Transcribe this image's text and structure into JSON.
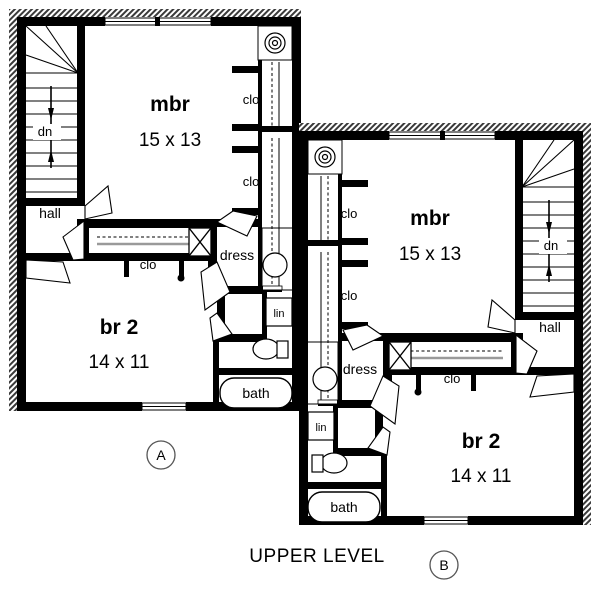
{
  "plan": {
    "title": "UPPER LEVEL",
    "unit_markers": [
      {
        "id": "marker-a",
        "label": "A"
      },
      {
        "id": "marker-b",
        "label": "B"
      }
    ],
    "units": [
      {
        "id": "unit-a",
        "marker": "A",
        "rooms": [
          {
            "key": "mbr",
            "name": "mbr",
            "dims": "15 x 13"
          },
          {
            "key": "br2",
            "name": "br 2",
            "dims": "14 x 11"
          },
          {
            "key": "hall",
            "name": "hall",
            "dims": ""
          },
          {
            "key": "dress",
            "name": "dress",
            "dims": ""
          },
          {
            "key": "bath",
            "name": "bath",
            "dims": ""
          }
        ],
        "closets": [
          {
            "key": "clo-mbr-upper",
            "label": "clo"
          },
          {
            "key": "clo-mbr-lower",
            "label": "clo"
          },
          {
            "key": "clo-hall-small",
            "label": "clo"
          },
          {
            "key": "clo-br2",
            "label": "clo"
          },
          {
            "key": "lin",
            "label": "lin"
          }
        ],
        "stair": {
          "label": "dn",
          "direction": "down"
        }
      },
      {
        "id": "unit-b",
        "marker": "B",
        "rooms": [
          {
            "key": "mbr",
            "name": "mbr",
            "dims": "15 x 13"
          },
          {
            "key": "br2",
            "name": "br 2",
            "dims": "14 x 11"
          },
          {
            "key": "hall",
            "name": "hall",
            "dims": ""
          },
          {
            "key": "dress",
            "name": "dress",
            "dims": ""
          },
          {
            "key": "bath",
            "name": "bath",
            "dims": ""
          }
        ],
        "closets": [
          {
            "key": "clo-mbr-upper",
            "label": "clo"
          },
          {
            "key": "clo-mbr-lower",
            "label": "clo"
          },
          {
            "key": "clo-hall-small",
            "label": "clo"
          },
          {
            "key": "clo-br2",
            "label": "clo"
          },
          {
            "key": "lin",
            "label": "lin"
          }
        ],
        "stair": {
          "label": "dn",
          "direction": "down"
        }
      }
    ],
    "colors": {
      "wall": "#000000",
      "background": "#ffffff",
      "shelf": "#9a9a9a",
      "hatch": "#5a5a5a"
    }
  }
}
